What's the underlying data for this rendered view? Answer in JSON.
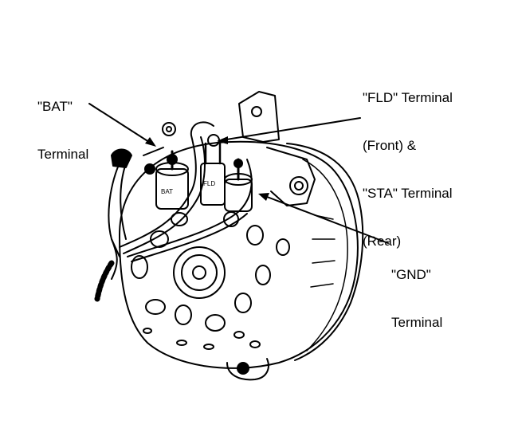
{
  "labels": {
    "bat": {
      "line1": "\"BAT\"",
      "line2": "Terminal"
    },
    "fld_sta": {
      "line1": "\"FLD\" Terminal",
      "line2": "(Front) &",
      "line3": "\"STA\" Terminal",
      "line4": "(Rear)"
    },
    "gnd": {
      "line1": "\"GND\"",
      "line2": "Terminal"
    }
  },
  "terminal_marks": {
    "bat": "BAT",
    "fld": "FLD"
  },
  "colors": {
    "ink": "#000000",
    "paper": "#ffffff"
  }
}
